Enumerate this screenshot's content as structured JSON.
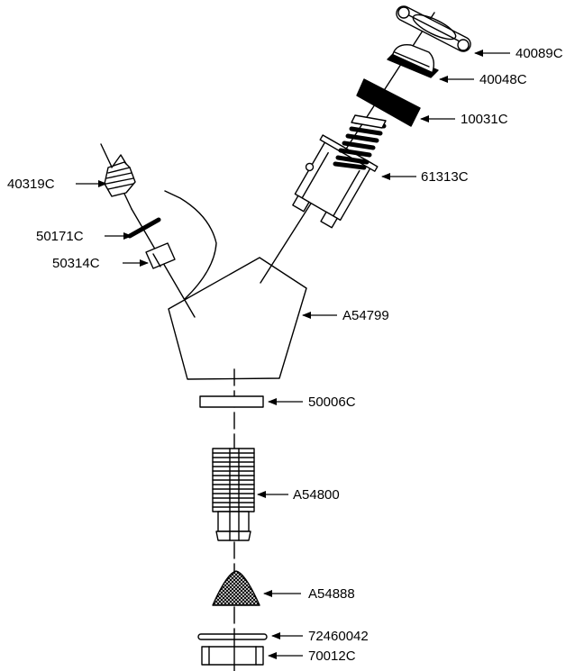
{
  "labels": {
    "p40089": "40089C",
    "p40048": "40048C",
    "p10031": "10031C",
    "p61313": "61313C",
    "p40319": "40319C",
    "p50171": "50171C",
    "p50314": "50314C",
    "pA54799": "A54799",
    "p50006": "50006C",
    "pA54800": "A54800",
    "pA54888": "A54888",
    "p72460042": "72460042",
    "p70012": "70012C"
  },
  "colors": {
    "ink": "#000000",
    "paper": "#ffffff"
  }
}
